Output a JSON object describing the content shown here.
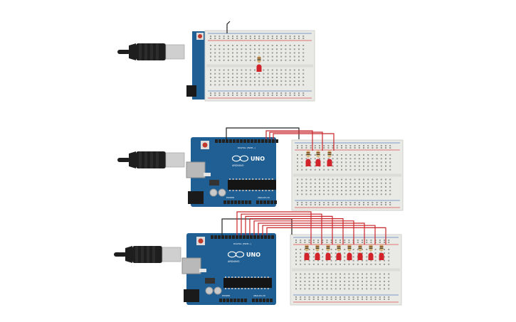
{
  "colors": {
    "board": "#1f5f94",
    "board_dark": "#174d7a",
    "breadboard": "#e9e9e6",
    "breadboard_edge": "#cfcfcb",
    "hole": "#9a9a94",
    "rail_red": "#d94a4a",
    "rail_blue": "#5a7fbf",
    "wire_red": "#c8262b",
    "wire_black": "#222222",
    "led_red": "#d2232a",
    "usb_plug": "#1e1e1e",
    "usb_metal": "#cfcfcf"
  },
  "board_labels": {
    "model": "UNO",
    "brand": "ARDUINO",
    "digital": "DIGITAL (PWM~)",
    "power": "POWER",
    "analog": "ANALOG IN"
  },
  "circuits": [
    {
      "name": "circuit-1",
      "led_count": 1,
      "board_visible": false
    },
    {
      "name": "circuit-2",
      "led_count": 3,
      "board_visible": true
    },
    {
      "name": "circuit-3",
      "led_count": 8,
      "board_visible": true
    }
  ]
}
